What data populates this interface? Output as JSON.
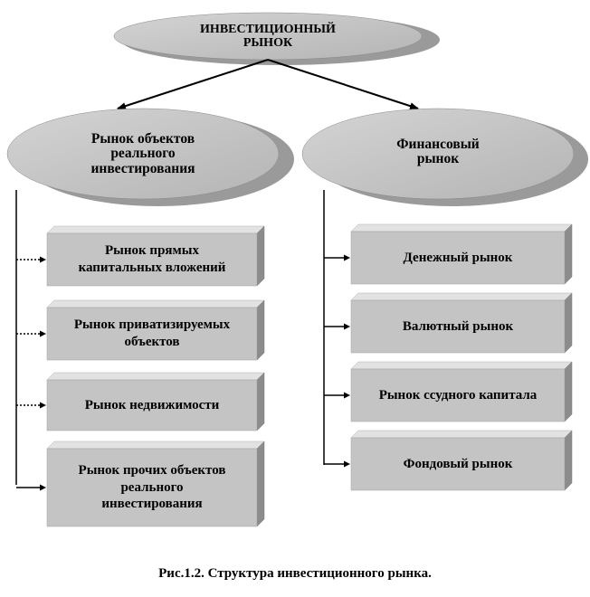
{
  "diagram": {
    "root": {
      "label_lines": [
        "ИНВЕСТИЦИОННЫЙ",
        "РЫНОК"
      ]
    },
    "left_branch": {
      "label_lines": [
        "Рынок объектов",
        "реального",
        "инвестирования"
      ],
      "items": [
        {
          "label_lines": [
            "Рынок прямых",
            "капитальных вложений"
          ]
        },
        {
          "label_lines": [
            "Рынок приватизируемых",
            "объектов"
          ]
        },
        {
          "label_lines": [
            "Рынок недвижимости"
          ]
        },
        {
          "label_lines": [
            "Рынок прочих объектов",
            "реального",
            "инвестирования"
          ]
        }
      ]
    },
    "right_branch": {
      "label_lines": [
        "Финансовый",
        "рынок"
      ],
      "items": [
        {
          "label_lines": [
            "Денежный рынок"
          ]
        },
        {
          "label_lines": [
            "Валютный рынок"
          ]
        },
        {
          "label_lines": [
            "Рынок ссудного капитала"
          ]
        },
        {
          "label_lines": [
            "Фондовый рынок"
          ]
        }
      ]
    },
    "caption": "Рис.1.2. Структура инвестиционного рынка."
  }
}
